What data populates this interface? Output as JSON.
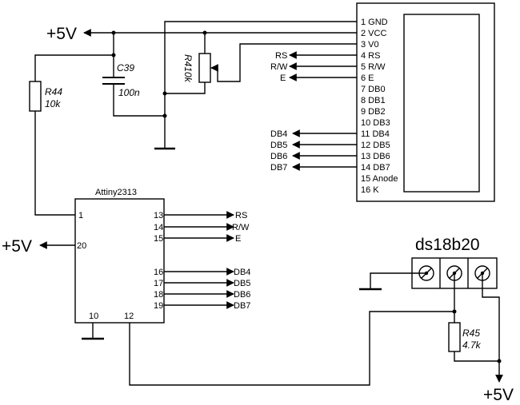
{
  "power": {
    "vcc_top": "+5V",
    "vcc_left": "+5V",
    "vcc_bottom": "+5V"
  },
  "lcd": {
    "pins": [
      "1 GND",
      "2 VCC",
      "3 V0",
      "4 RS",
      "5 R/W",
      "6 E",
      "7 DB0",
      "8 DB1",
      "9 DB2",
      "10 DB3",
      "11 DB4",
      "12 DB5",
      "13 DB6",
      "14 DB7",
      "15 Anode",
      "16 K"
    ],
    "net_labels": [
      "RS",
      "R/W",
      "E",
      "DB4",
      "DB5",
      "DB6",
      "DB7"
    ]
  },
  "components": {
    "c39": {
      "name": "C39",
      "value": "100n"
    },
    "r44": {
      "name": "R44",
      "value": "10k"
    },
    "r4": {
      "name": "R4",
      "value": "10k"
    },
    "r45": {
      "name": "R45",
      "value": "4.7k"
    }
  },
  "mcu": {
    "name": "Attiny2313",
    "left_pins": [
      "1",
      "20"
    ],
    "bottom_pins": [
      "10",
      "12"
    ],
    "right_pins": [
      "13",
      "14",
      "15",
      "16",
      "17",
      "18",
      "19"
    ],
    "right_labels": [
      "RS",
      "R/W",
      "E",
      "DB4",
      "DB5",
      "DB6",
      "DB7"
    ]
  },
  "sensor": {
    "name": "ds18b20"
  }
}
